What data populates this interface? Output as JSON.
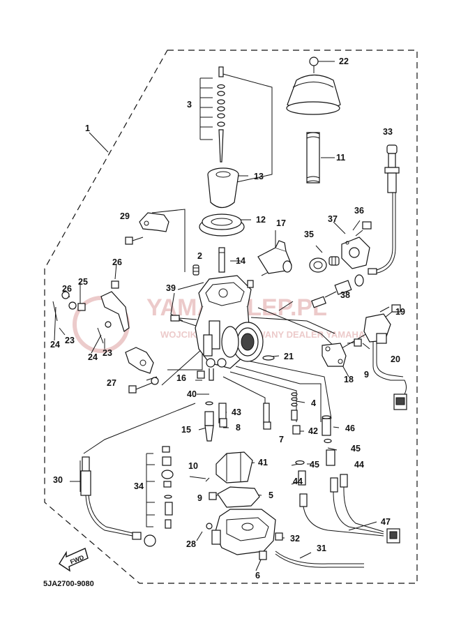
{
  "diagram_code": "5JA2700-9080",
  "fwd_label": "FWD",
  "watermark": {
    "main": "YAMASKLEP.PL",
    "sub": "WOJCIK – AUTORYZOWANY DEALER YAMAHA"
  },
  "colors": {
    "line": "#111111",
    "watermark": "#e6b9b9",
    "background": "#ffffff"
  },
  "callouts": [
    "1",
    "2",
    "3",
    "4",
    "5",
    "6",
    "7",
    "8",
    "9",
    "9",
    "10",
    "11",
    "12",
    "13",
    "14",
    "15",
    "16",
    "17",
    "18",
    "19",
    "20",
    "21",
    "22",
    "23",
    "23",
    "24",
    "24",
    "25",
    "26",
    "26",
    "27",
    "28",
    "29",
    "30",
    "31",
    "32",
    "33",
    "34",
    "35",
    "36",
    "37",
    "38",
    "39",
    "40",
    "41",
    "42",
    "43",
    "44",
    "44",
    "44",
    "45",
    "45",
    "46",
    "47"
  ]
}
